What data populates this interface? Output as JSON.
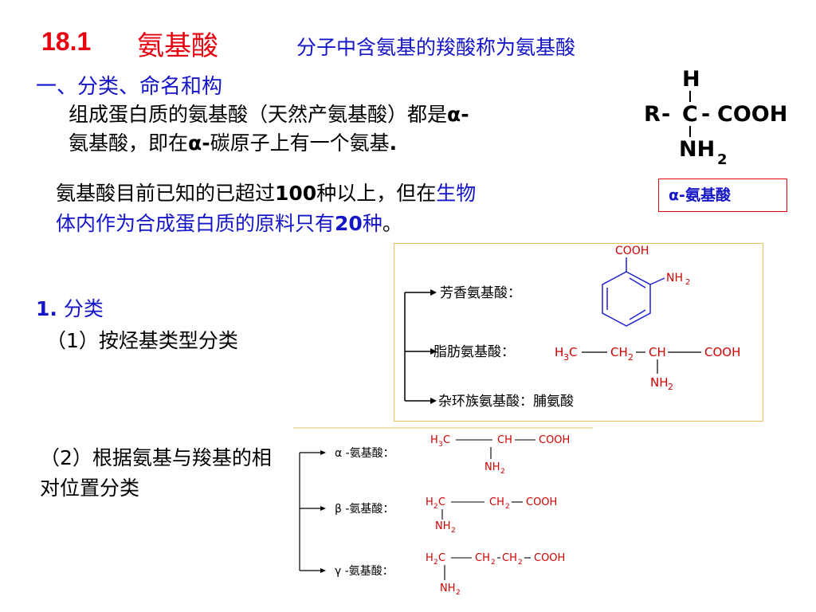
{
  "title": {
    "number": "18.1",
    "text": "氨基酸",
    "definition": "分子中含氨基的羧酸称为氨基酸"
  },
  "heading_classification": "一、分类、命名和构",
  "para1": {
    "line1_prefix": "组成蛋白质的氨基酸（天然产氨基酸）都是",
    "alpha": "α-",
    "line2_a": "氨基酸，即在",
    "alpha2": "α-",
    "line2_b": "碳原子上有一个氨基",
    "period": "."
  },
  "para2": {
    "a": "氨基酸目前已知的已超过",
    "n100": "100",
    "b": "种以上，但在",
    "blue1": "生物",
    "blue2": "体内作为合成蛋白质的原料只有",
    "n20": "20",
    "blue3": "种",
    "end": "。"
  },
  "section1": {
    "number": "1.",
    "text": "分类"
  },
  "sub1": "（1）按烃基类型分类",
  "sub2": "（2）根据氨基与羧基的相对位置分类",
  "alpha_label": "α-氨基酸",
  "structure_main": {
    "H": "H",
    "R": "R",
    "C": "C",
    "COOH": "COOH",
    "NH": "NH",
    "sub2": "2",
    "dash": "-"
  },
  "box1": {
    "aromatic": "芳香氨基酸：",
    "aliphatic": "脂肪氨基酸：",
    "heterocyclic": "杂环族氨基酸：脯氨酸",
    "cooh": "COOH",
    "nh": "NH",
    "sub2": "2",
    "sub3": "3",
    "h": "H",
    "c": "C",
    "ch": "CH",
    "ch2": "CH"
  },
  "box2": {
    "alpha": "α -氨基酸：",
    "beta": "β -氨基酸：",
    "gamma": "γ -氨基酸：",
    "h": "H",
    "c": "C",
    "ch": "CH",
    "cooh": "COOH",
    "nh": "NH",
    "sub2": "2",
    "sub3": "3"
  }
}
